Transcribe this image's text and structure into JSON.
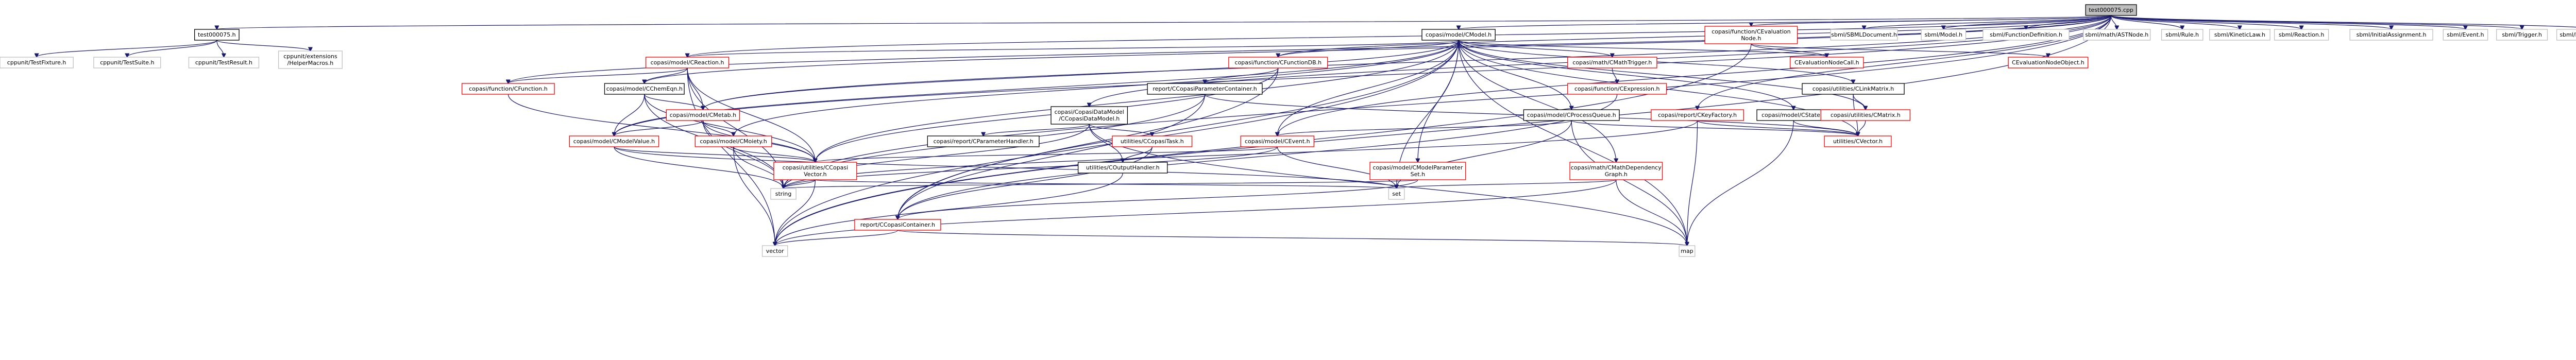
{
  "colors": {
    "edge": "#191970",
    "root_fill": "#bfbfbf",
    "node_fill": "#ffffff",
    "node_border": "#000000",
    "node_border_link": "#ff0000"
  },
  "nodes": [
    {
      "id": "root",
      "label": [
        "test000075.cpp"
      ],
      "kind": "root"
    },
    {
      "id": "test75h",
      "label": [
        "test000075.h"
      ],
      "kind": "normal"
    },
    {
      "id": "testfixture",
      "label": [
        "cppunit/TestFixture.h"
      ],
      "kind": "plain"
    },
    {
      "id": "testsuite",
      "label": [
        "cppunit/TestSuite.h"
      ],
      "kind": "plain"
    },
    {
      "id": "testresult",
      "label": [
        "cppunit/TestResult.h"
      ],
      "kind": "plain"
    },
    {
      "id": "helpermacros",
      "label": [
        "cppunit/extensions",
        "/HelperMacros.h"
      ],
      "kind": "plain"
    },
    {
      "id": "cmodel",
      "label": [
        "copasi/model/CModel.h"
      ],
      "kind": "normal"
    },
    {
      "id": "cevalnode",
      "label": [
        "copasi/function/CEvaluation",
        "Node.h"
      ],
      "kind": "link"
    },
    {
      "id": "sbmldoc",
      "label": [
        "sbml/SBMLDocument.h"
      ],
      "kind": "plain"
    },
    {
      "id": "sbmlmodel",
      "label": [
        "sbml/Model.h"
      ],
      "kind": "plain"
    },
    {
      "id": "funcdef",
      "label": [
        "sbml/FunctionDefinition.h"
      ],
      "kind": "plain"
    },
    {
      "id": "astnode",
      "label": [
        "sbml/math/ASTNode.h"
      ],
      "kind": "plain"
    },
    {
      "id": "rule",
      "label": [
        "sbml/Rule.h"
      ],
      "kind": "plain"
    },
    {
      "id": "kineticlaw",
      "label": [
        "sbml/KineticLaw.h"
      ],
      "kind": "plain"
    },
    {
      "id": "reaction",
      "label": [
        "sbml/Reaction.h"
      ],
      "kind": "plain"
    },
    {
      "id": "initassign",
      "label": [
        "sbml/InitialAssignment.h"
      ],
      "kind": "plain"
    },
    {
      "id": "event",
      "label": [
        "sbml/Event.h"
      ],
      "kind": "plain"
    },
    {
      "id": "trigger",
      "label": [
        "sbml/Trigger.h"
      ],
      "kind": "plain"
    },
    {
      "id": "eventassign",
      "label": [
        "sbml/EventAssignment.h"
      ],
      "kind": "plain"
    },
    {
      "id": "creaction",
      "label": [
        "copasi/model/CReaction.h"
      ],
      "kind": "link"
    },
    {
      "id": "cfunctiondb",
      "label": [
        "copasi/function/CFunctionDB.h"
      ],
      "kind": "link"
    },
    {
      "id": "cmathtrigger",
      "label": [
        "copasi/math/CMathTrigger.h"
      ],
      "kind": "link"
    },
    {
      "id": "cevalnodecall",
      "label": [
        "CEvaluationNodeCall.h"
      ],
      "kind": "link"
    },
    {
      "id": "cevalnodeobject",
      "label": [
        "CEvaluationNodeObject.h"
      ],
      "kind": "link"
    },
    {
      "id": "cfunction",
      "label": [
        "copasi/function/CFunction.h"
      ],
      "kind": "link"
    },
    {
      "id": "cchemeqn",
      "label": [
        "copasi/model/CChemEqn.h"
      ],
      "kind": "normal"
    },
    {
      "id": "ccopasiparamcont",
      "label": [
        "report/CCopasiParameterContainer.h"
      ],
      "kind": "normal"
    },
    {
      "id": "cexpression",
      "label": [
        "copasi/function/CExpression.h"
      ],
      "kind": "link"
    },
    {
      "id": "clinkmatrix",
      "label": [
        "copasi/utilities/CLinkMatrix.h"
      ],
      "kind": "normal"
    },
    {
      "id": "cmetab",
      "label": [
        "copasi/model/CMetab.h"
      ],
      "kind": "link"
    },
    {
      "id": "ccopasidatamodel",
      "label": [
        "copasi/CopasiDataModel",
        "/CCopasiDataModel.h"
      ],
      "kind": "normal"
    },
    {
      "id": "cprocessqueue",
      "label": [
        "copasi/model/CProcessQueue.h"
      ],
      "kind": "normal"
    },
    {
      "id": "ckeyfactory",
      "label": [
        "copasi/report/CKeyFactory.h"
      ],
      "kind": "link"
    },
    {
      "id": "cstate",
      "label": [
        "copasi/model/CState.h"
      ],
      "kind": "normal"
    },
    {
      "id": "cmatrix",
      "label": [
        "copasi/utilities/CMatrix.h"
      ],
      "kind": "link"
    },
    {
      "id": "cmodelvalue",
      "label": [
        "copasi/model/CModelValue.h"
      ],
      "kind": "link"
    },
    {
      "id": "cmoiety",
      "label": [
        "copasi/model/CMoiety.h"
      ],
      "kind": "link"
    },
    {
      "id": "cparamhandler",
      "label": [
        "copasi/report/CParameterHandler.h"
      ],
      "kind": "normal"
    },
    {
      "id": "ccopasitask",
      "label": [
        "utilities/CCopasiTask.h"
      ],
      "kind": "link"
    },
    {
      "id": "cevent",
      "label": [
        "copasi/model/CEvent.h"
      ],
      "kind": "link"
    },
    {
      "id": "cvector",
      "label": [
        "utilities/CVector.h"
      ],
      "kind": "link"
    },
    {
      "id": "ccopasivector",
      "label": [
        "copasi/utilities/CCopasi",
        "Vector.h"
      ],
      "kind": "link"
    },
    {
      "id": "coutputhandler",
      "label": [
        "utilities/COutputHandler.h"
      ],
      "kind": "normal"
    },
    {
      "id": "cmodelparamset",
      "label": [
        "copasi/model/CModelParameter",
        "Set.h"
      ],
      "kind": "link"
    },
    {
      "id": "cmathdepgraph",
      "label": [
        "copasi/math/CMathDependency",
        "Graph.h"
      ],
      "kind": "link"
    },
    {
      "id": "string",
      "label": [
        "string"
      ],
      "kind": "plain"
    },
    {
      "id": "set",
      "label": [
        "set"
      ],
      "kind": "plain"
    },
    {
      "id": "ccopasicontainer",
      "label": [
        "report/CCopasiContainer.h"
      ],
      "kind": "link"
    },
    {
      "id": "vector",
      "label": [
        "vector"
      ],
      "kind": "plain"
    },
    {
      "id": "map",
      "label": [
        "map"
      ],
      "kind": "plain"
    }
  ],
  "edges": [
    [
      "root",
      "test75h"
    ],
    [
      "root",
      "cmodel"
    ],
    [
      "root",
      "cevalnode"
    ],
    [
      "root",
      "sbmldoc"
    ],
    [
      "root",
      "sbmlmodel"
    ],
    [
      "root",
      "funcdef"
    ],
    [
      "root",
      "astnode"
    ],
    [
      "root",
      "rule"
    ],
    [
      "root",
      "kineticlaw"
    ],
    [
      "root",
      "reaction"
    ],
    [
      "root",
      "initassign"
    ],
    [
      "root",
      "event"
    ],
    [
      "root",
      "trigger"
    ],
    [
      "root",
      "eventassign"
    ],
    [
      "root",
      "creaction"
    ],
    [
      "root",
      "cfunctiondb"
    ],
    [
      "root",
      "cfunction"
    ],
    [
      "root",
      "cchemeqn"
    ],
    [
      "root",
      "cmetab"
    ],
    [
      "root",
      "cmodelvalue"
    ],
    [
      "root",
      "ccopasidatamodel"
    ],
    [
      "root",
      "ckeyfactory"
    ],
    [
      "root",
      "string"
    ],
    [
      "root",
      "vector"
    ],
    [
      "root",
      "cevent"
    ],
    [
      "test75h",
      "testfixture"
    ],
    [
      "test75h",
      "testsuite"
    ],
    [
      "test75h",
      "testresult"
    ],
    [
      "test75h",
      "helpermacros"
    ],
    [
      "cmodel",
      "creaction"
    ],
    [
      "cmodel",
      "cfunctiondb"
    ],
    [
      "cmodel",
      "cmathtrigger"
    ],
    [
      "cmodel",
      "cevalnodecall"
    ],
    [
      "cmodel",
      "clinkmatrix"
    ],
    [
      "cmodel",
      "cprocessqueue"
    ],
    [
      "cmodel",
      "cstate"
    ],
    [
      "cmodel",
      "cmatrix"
    ],
    [
      "cmodel",
      "cevent"
    ],
    [
      "cmodel",
      "cmodelparamset"
    ],
    [
      "cmodel",
      "cmathdepgraph"
    ],
    [
      "cmodel",
      "set"
    ],
    [
      "cmodel",
      "map"
    ],
    [
      "cmodel",
      "vector"
    ],
    [
      "cmodel",
      "cvector"
    ],
    [
      "cmodel",
      "cmetab"
    ],
    [
      "cmodel",
      "cmoiety"
    ],
    [
      "cmodel",
      "ccopasivector"
    ],
    [
      "cmodel",
      "ccopasicontainer"
    ],
    [
      "cmodel",
      "cmodelvalue"
    ],
    [
      "cevalnode",
      "cevalnodecall"
    ],
    [
      "cevalnode",
      "cevalnodeobject"
    ],
    [
      "cevalnode",
      "vector"
    ],
    [
      "creaction",
      "cfunction"
    ],
    [
      "creaction",
      "cchemeqn"
    ],
    [
      "creaction",
      "ccopasivector"
    ],
    [
      "creaction",
      "string"
    ],
    [
      "creaction",
      "vector"
    ],
    [
      "creaction",
      "cmetab"
    ],
    [
      "cfunctiondb",
      "ccopasiparamcont"
    ],
    [
      "cfunctiondb",
      "ccopasivector"
    ],
    [
      "cfunctiondb",
      "ccopasicontainer"
    ],
    [
      "cmathtrigger",
      "cexpression"
    ],
    [
      "cfunction",
      "ccopasivector"
    ],
    [
      "cchemeqn",
      "cmetab"
    ],
    [
      "cchemeqn",
      "cmodelvalue"
    ],
    [
      "cchemeqn",
      "ccopasivector"
    ],
    [
      "cchemeqn",
      "string"
    ],
    [
      "ccopasiparamcont",
      "ccopasicontainer"
    ],
    [
      "ccopasiparamcont",
      "cvector"
    ],
    [
      "ccopasiparamcont",
      "string"
    ],
    [
      "cexpression",
      "ccopasicontainer"
    ],
    [
      "clinkmatrix",
      "cmatrix"
    ],
    [
      "clinkmatrix",
      "cvector"
    ],
    [
      "cmetab",
      "cmodelvalue"
    ],
    [
      "cmetab",
      "cmoiety"
    ],
    [
      "cmetab",
      "ccopasivector"
    ],
    [
      "cmetab",
      "string"
    ],
    [
      "ccopasidatamodel",
      "cparamhandler"
    ],
    [
      "ccopasidatamodel",
      "ccopasitask"
    ],
    [
      "ccopasidatamodel",
      "coutputhandler"
    ],
    [
      "ccopasidatamodel",
      "map"
    ],
    [
      "ccopasidatamodel",
      "string"
    ],
    [
      "cprocessqueue",
      "cevent"
    ],
    [
      "cprocessqueue",
      "set"
    ],
    [
      "cprocessqueue",
      "map"
    ],
    [
      "cprocessqueue",
      "cvector"
    ],
    [
      "ckeyfactory",
      "string"
    ],
    [
      "ckeyfactory",
      "map"
    ],
    [
      "ckeyfactory",
      "cvector"
    ],
    [
      "cstate",
      "cvector"
    ],
    [
      "cstate",
      "map"
    ],
    [
      "cmatrix",
      "cvector"
    ],
    [
      "cmodelvalue",
      "ccopasivector"
    ],
    [
      "cmodelvalue",
      "string"
    ],
    [
      "cmodelvalue",
      "set"
    ],
    [
      "cmoiety",
      "ccopasivector"
    ],
    [
      "cmoiety",
      "string"
    ],
    [
      "cmoiety",
      "vector"
    ],
    [
      "ccopasitask",
      "coutputhandler"
    ],
    [
      "ccopasitask",
      "ccopasicontainer"
    ],
    [
      "cevent",
      "ccopasivector"
    ],
    [
      "cevent",
      "string"
    ],
    [
      "cevent",
      "set"
    ],
    [
      "ccopasivector",
      "string"
    ],
    [
      "ccopasivector",
      "vector"
    ],
    [
      "ccopasivector",
      "set"
    ],
    [
      "coutputhandler",
      "vector"
    ],
    [
      "cmodelparamset",
      "ccopasicontainer"
    ],
    [
      "cmodelparamset",
      "string"
    ],
    [
      "cmathdepgraph",
      "set"
    ],
    [
      "cmathdepgraph",
      "map"
    ],
    [
      "cmathdepgraph",
      "vector"
    ],
    [
      "ccopasicontainer",
      "vector"
    ],
    [
      "ccopasicontainer",
      "map"
    ]
  ]
}
